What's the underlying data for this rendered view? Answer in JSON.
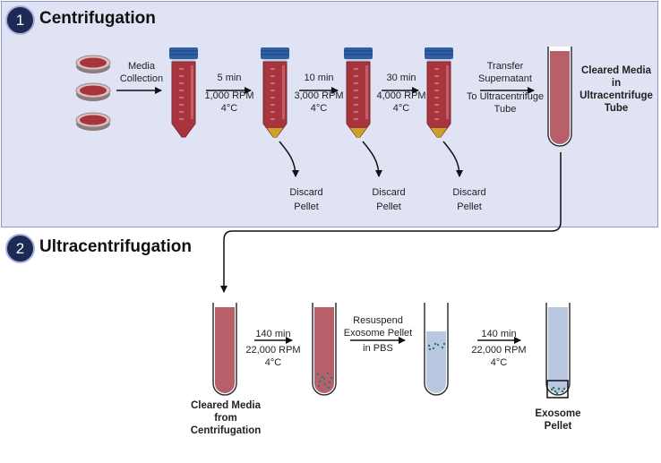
{
  "section1": {
    "number": "1",
    "title": "Centrifugation"
  },
  "section2": {
    "number": "2",
    "title": "Ultracentrifugation"
  },
  "labels": {
    "media_collection_1": "Media",
    "media_collection_2": "Collection",
    "step1_time": "5 min",
    "step1_speed": "1,000 RPM",
    "step1_temp": "4°C",
    "step2_time": "10 min",
    "step2_speed": "3,000 RPM",
    "step2_temp": "4°C",
    "step3_time": "30 min",
    "step3_speed": "4,000 RPM",
    "step3_temp": "4°C",
    "transfer_1": "Transfer",
    "transfer_2": "Supernatant",
    "transfer_3": "To Ultracentrifuge",
    "transfer_4": "Tube",
    "discard_word": "Discard",
    "pellet_word": "Pellet",
    "cleared_1": "Cleared Media",
    "cleared_2": "in",
    "cleared_3": "Ultracentrifuge",
    "cleared_4": "Tube",
    "uc1_time": "140 min",
    "uc1_speed": "22,000 RPM",
    "uc1_temp": "4°C",
    "resuspend_1": "Resuspend",
    "resuspend_2": "Exosome Pellet",
    "resuspend_3": "in PBS",
    "uc2_time": "140 min",
    "uc2_speed": "22,000 RPM",
    "uc2_temp": "4°C",
    "from_1": "Cleared Media",
    "from_2": "from",
    "from_3": "Centrifugation",
    "exosome_1": "Exosome",
    "exosome_2": "Pellet"
  },
  "colors": {
    "panel_bg": "#dfe3f4",
    "badge": "#1c2a55",
    "media": "#b8606a",
    "tube_media": "#a8343d",
    "cap": "#2f5fa8",
    "pellet": "#c9a227",
    "pbs": "#b9c8e0",
    "exosome": "#2a7a6f"
  }
}
